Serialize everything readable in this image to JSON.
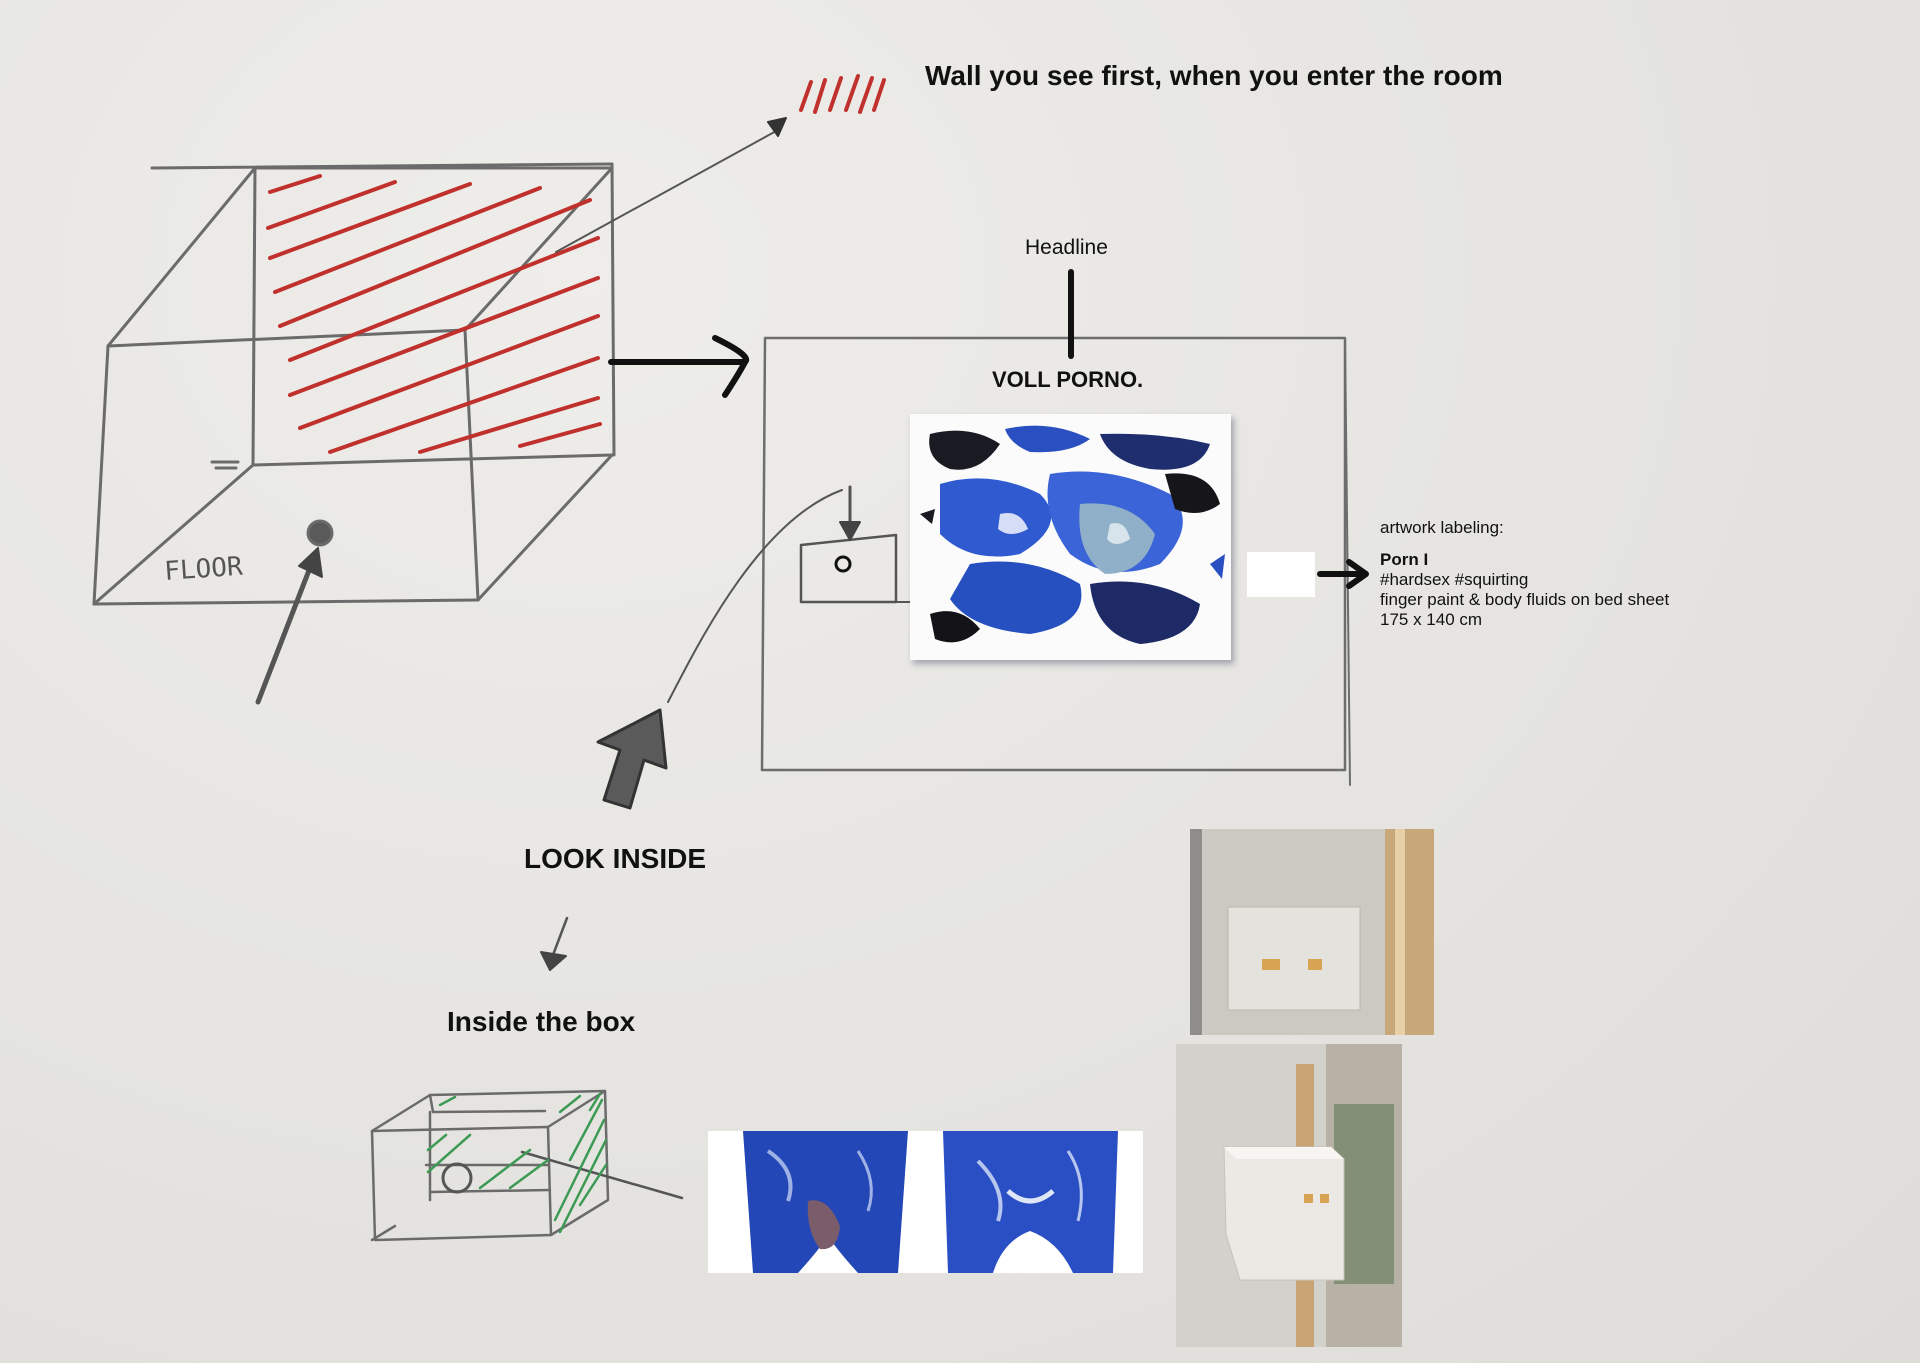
{
  "annotations": {
    "wall_first": "Wall you see first, when you enter the room",
    "headline": "Headline",
    "exhibit_title": "VOLL PORNO.",
    "look_inside": "LOOK INSIDE",
    "inside_box": "Inside the box",
    "floor": "FLOOR"
  },
  "artwork_label": {
    "heading": "artwork labeling:",
    "title": "Porn I",
    "tags": "#hardsex #squirting",
    "medium": "finger paint & body fluids on bed sheet",
    "dimensions": "175 x 140 cm"
  },
  "colors": {
    "paper": "#e6e5e1",
    "pencil": "#6b6b6b",
    "red_hatch": "#c0302c",
    "green_hatch": "#3c9a55",
    "paint_blue": "#2a4fc0",
    "marker": "#111111"
  }
}
